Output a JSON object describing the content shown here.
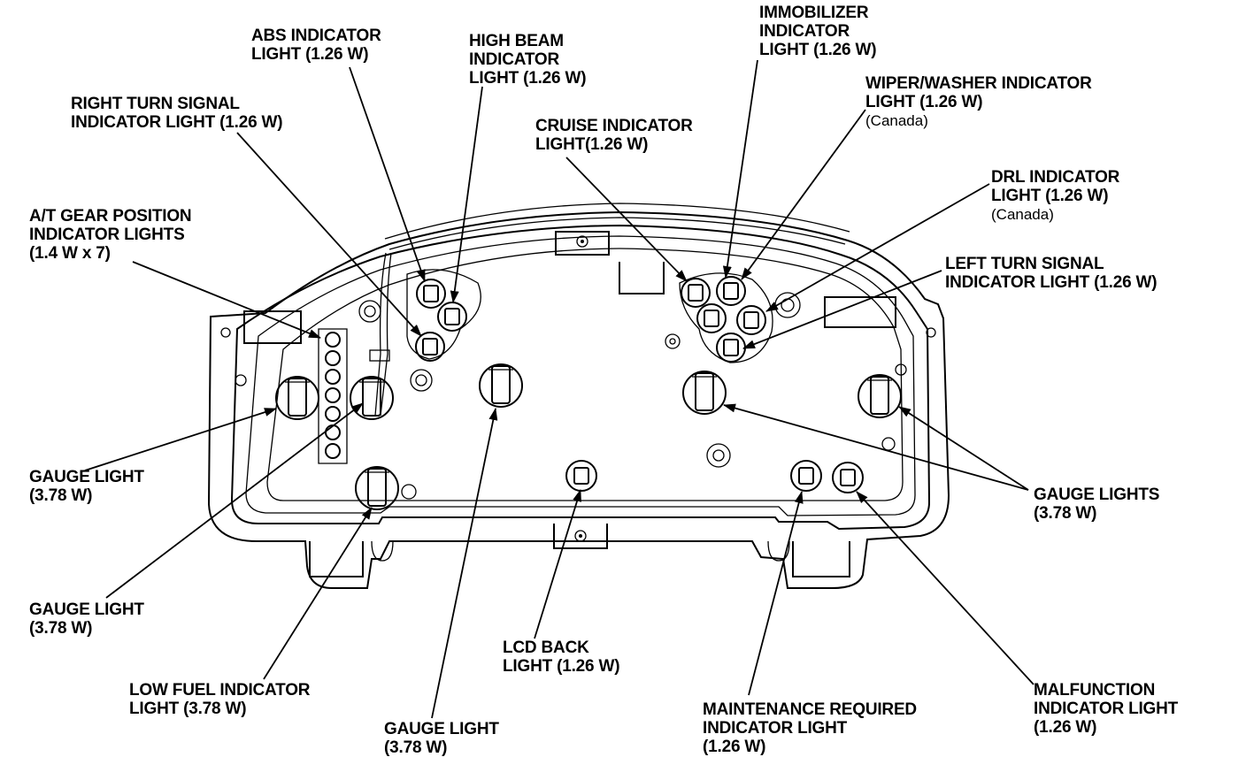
{
  "labels": {
    "abs": [
      "ABS INDICATOR",
      "LIGHT (1.26 W)"
    ],
    "high_beam": [
      "HIGH BEAM",
      "INDICATOR",
      "LIGHT (1.26 W)"
    ],
    "immobilizer": [
      "IMMOBILIZER",
      "INDICATOR",
      "LIGHT (1.26 W)"
    ],
    "wiper_washer": [
      "WIPER/WASHER INDICATOR",
      "LIGHT (1.26 W)",
      "(Canada)"
    ],
    "right_turn": [
      "RIGHT TURN SIGNAL",
      "INDICATOR LIGHT (1.26 W)"
    ],
    "cruise": [
      "CRUISE INDICATOR",
      "LIGHT(1.26 W)"
    ],
    "drl": [
      "DRL INDICATOR",
      "LIGHT (1.26 W)",
      "(Canada)"
    ],
    "at_gear": [
      "A/T GEAR POSITION",
      "INDICATOR LIGHTS",
      "(1.4 W x 7)"
    ],
    "left_turn": [
      "LEFT TURN SIGNAL",
      "INDICATOR LIGHT (1.26 W)"
    ],
    "gauge_light_left": [
      "GAUGE LIGHT",
      "(3.78 W)"
    ],
    "gauge_lights_right": [
      "GAUGE LIGHTS",
      "(3.78 W)"
    ],
    "gauge_light_lower_left": [
      "GAUGE LIGHT",
      "(3.78 W)"
    ],
    "lcd_back": [
      "LCD BACK",
      "LIGHT (1.26 W)"
    ],
    "low_fuel": [
      "LOW FUEL INDICATOR",
      "LIGHT (3.78 W)"
    ],
    "malfunction": [
      "MALFUNCTION",
      "INDICATOR LIGHT",
      "(1.26 W)"
    ],
    "gauge_light_bottom": [
      "GAUGE LIGHT",
      "(3.78 W)"
    ],
    "maintenance": [
      "MAINTENANCE REQUIRED",
      "INDICATOR LIGHT",
      "(1.26 W)"
    ]
  }
}
